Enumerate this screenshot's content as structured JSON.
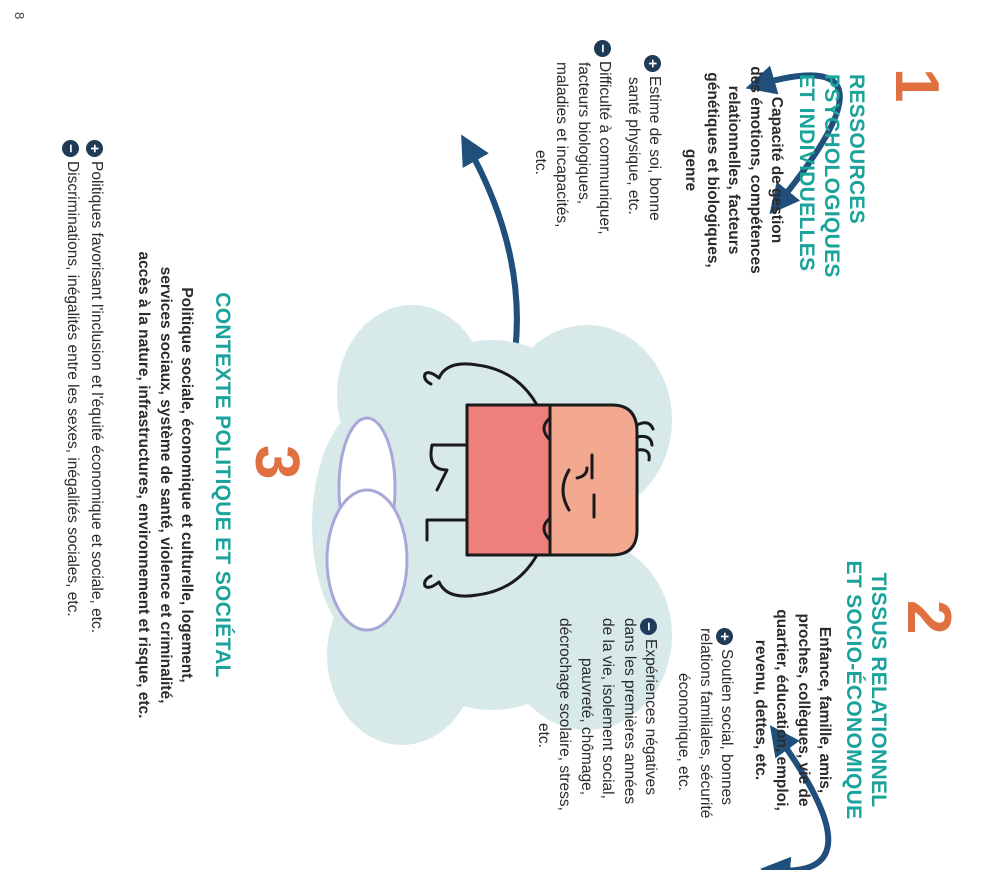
{
  "sections": [
    {
      "number": "1",
      "title_lines": [
        "RESSOURCES",
        "PSYCHOLOGIQUES",
        "ET INDIVIDUELLES"
      ],
      "description_lines": [
        "Capacité de gestion",
        "des émotions, compétences",
        "relationnelles, facteurs",
        "génétiques et biologiques,",
        "genre"
      ],
      "positive_lines": [
        "Estime de soi, bonne",
        "santé physique, etc."
      ],
      "negative_lines": [
        "Difficulté à communiquer,",
        "facteurs biologiques,",
        "maladies et incapacités,",
        "etc."
      ]
    },
    {
      "number": "2",
      "title_lines": [
        "TISSUS RELATIONNEL",
        "ET SOCIO-ÉCONOMIQUE"
      ],
      "description_lines": [
        "Enfance, famille, amis,",
        "proches, collègues, vie de",
        "quartier, éducation, emploi,",
        "revenu, dettes, etc."
      ],
      "positive_lines": [
        "Soutien social, bonnes",
        "relations familiales, sécurité",
        "économique, etc."
      ],
      "negative_lines": [
        "Expériences négatives",
        "dans les premières années",
        "de la vie, isolement social,",
        "pauvreté, chômage,",
        "décrochage scolaire, stress,",
        "etc."
      ]
    },
    {
      "number": "3",
      "title_lines": [
        "CONTEXTE POLITIQUE ET SOCIÉTAL"
      ],
      "description_lines": [
        "Politique sociale, économique et culturelle, logement,",
        "services sociaux, système de santé, violence et criminalité,",
        "accès à la nature, infrastructures, environnement et risque, etc."
      ],
      "positive_lines": [
        "Politiques favorisant l'inclusion et l'équité économique et sociale, etc."
      ],
      "negative_lines": [
        "Discriminations, inégalités entre les sexes, inégalités sociales, etc."
      ]
    }
  ],
  "signs": {
    "positive": "+",
    "negative": "−"
  },
  "page_number": "8",
  "colors": {
    "title": "#1aa39a",
    "number": "#e07040",
    "arrow": "#1f4f7a",
    "cloud": "#d8e9ea",
    "sign_bg": "#1f3b57",
    "face": "#f2a98f",
    "shirt": "#ee7f7a",
    "small_cloud_outline": "#a8a8d8"
  },
  "icons": [
    "curved-arrow-icon",
    "meditating-person-icon",
    "cloud-icon",
    "plus-circle-icon",
    "minus-circle-icon"
  ]
}
